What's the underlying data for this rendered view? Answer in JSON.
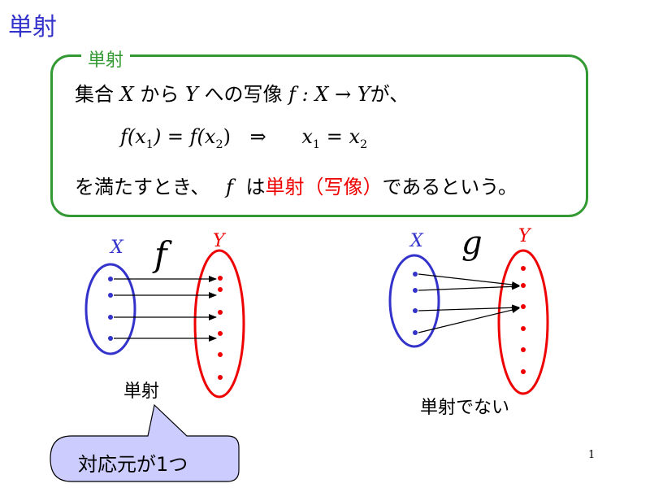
{
  "title": "単射",
  "definition": {
    "label": "単射",
    "line1": {
      "prefix": "集合",
      "X": "X",
      "kara": "から",
      "Y": "Y",
      "he": "への写像",
      "map": "f : X → Y",
      "suffix": "が、"
    },
    "condition": {
      "lhs": "f(x",
      "lhs_sub": "1",
      "mid": ") = f(x",
      "mid_sub": "2",
      "close": ")",
      "implies": "⇒",
      "rhs1": "x",
      "rhs1_sub": "1",
      "eq": " = x",
      "rhs2_sub": "2"
    },
    "line3": {
      "prefix": "を満たすとき、",
      "f": "f",
      "ha": "は",
      "term": "単射（写像）",
      "suffix": "であるという。"
    }
  },
  "left_diagram": {
    "domain_label": "X",
    "codomain_label": "Y",
    "func_label": "f",
    "caption": "単射"
  },
  "right_diagram": {
    "domain_label": "X",
    "codomain_label": "Y",
    "func_label": "g",
    "caption": "単射でない"
  },
  "callout": "対応元が1つ",
  "page_number": "1",
  "colors": {
    "title": "#3333cc",
    "definition_border": "#339933",
    "domain": "#3333cc",
    "codomain": "#ee0000",
    "callout_fill": "#ccccff"
  }
}
